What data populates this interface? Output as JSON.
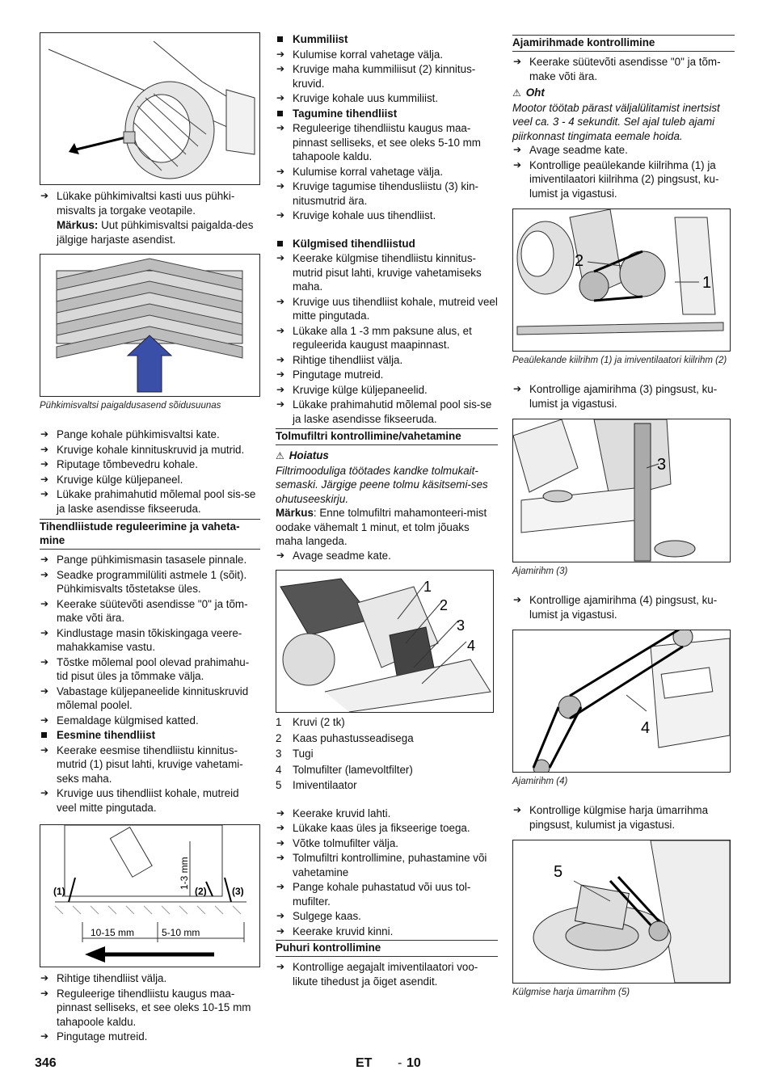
{
  "col1": {
    "steps_a": [
      "Lükake pühkimivaltsi kasti uus pühki-misvalts ja torgake veotapile."
    ],
    "note_a_label": "Märkus:",
    "note_a_text": " Uut pühkimisvaltsi paigalda-des jälgige harjaste asendist.",
    "fig2_caption": "Pühkimisvaltsi paigaldusasend sõidusuunas",
    "steps_b": [
      "Pange kohale pühkimisvaltsi kate.",
      "Kruvige kohale kinnituskruvid ja mutrid.",
      "Riputage tõmbevedru kohale.",
      "Kruvige külge küljepaneel.",
      "Lükake prahimahutid mõlemal pool sis-se ja laske asendisse fikseeruda."
    ],
    "section_title": "Tihendliistude reguleerimine ja vaheta-mine",
    "steps_c": [
      "Pange pühkimismasin tasasele pinnale.",
      "Seadke programmilüliti astmele 1 (sõit). Pühkimisvalts tõstetakse üles.",
      "Keerake süütevõti asendisse \"0\" ja tõm-make võti ära.",
      "Kindlustage masin tõkiskingaga veere-mahakkamise vastu.",
      "Tõstke mõlemal pool olevad prahimahu-tid pisut üles ja tõmmake välja.",
      "Vabastage küljepaneelide kinnituskruvid mõlemal poolel.",
      "Eemaldage külgmised katted."
    ],
    "front_seal_title": "Eesmine tihendliist",
    "steps_d": [
      "Keerake eesmise tihendliistu kinnitus-mutrid (1) pisut lahti, kruvige vahetami-seks maha.",
      "Kruvige uus tihendliist kohale, mutreid veel mitte pingutada."
    ],
    "fig3_labels": {
      "l1": "(1)",
      "l2": "(2)",
      "l3": "(3)",
      "gap": "1-3 mm",
      "d1": "10-15 mm",
      "d2": "5-10 mm"
    },
    "steps_e": [
      "Rihtige tihendliist välja.",
      "Reguleerige tihendliistu kaugus maa-pinnast selliseks, et see oleks 10-15 mm tahapoole kaldu.",
      "Pingutage mutreid."
    ]
  },
  "col2": {
    "rubber_title": "Kummiliist",
    "steps_rubber": [
      "Kulumise korral vahetage välja.",
      "Kruvige maha kummiliisut (2) kinnitus-kruvid.",
      "Kruvige kohale uus kummiliist."
    ],
    "rear_title": "Tagumine tihendliist",
    "steps_rear": [
      "Reguleerige tihendliistu kaugus maa-pinnast selliseks, et see oleks 5-10 mm tahapoole kaldu.",
      "Kulumise korral vahetage välja.",
      "Kruvige tagumise tihendusliistu (3) kin-nitusmutrid ära.",
      "Kruvige kohale uus tihendliist."
    ],
    "side_title": "Külgmised tihendliistud",
    "steps_side": [
      "Keerake külgmise tihendliistu kinnitus-mutrid pisut lahti, kruvige vahetamiseks maha.",
      "Kruvige uus tihendliist kohale, mutreid veel mitte pingutada.",
      "Lükake alla 1 -3 mm paksune alus, et reguleerida kaugust maapinnast.",
      "Rihtige tihendliist välja.",
      "Pingutage mutreid.",
      "Kruvige külge küljepaneelid.",
      "Lükake prahimahutid mõlemal pool sis-se ja laske asendisse fikseeruda."
    ],
    "filter_title": "Tolmufiltri kontrollimine/vahetamine",
    "warning_head": "Hoiatus",
    "warning_text": "Filtrimooduliga töötades kandke tolmukait-semaski. Järgige peene tolmu käsitsemi-ses ohutuseeskirju.",
    "note_label": "Märkus",
    "note_text": ": Enne tolmufiltri mahamonteeri-mist oodake vähemalt 1 minut, et tolm jõuaks maha langeda.",
    "steps_open": [
      "Avage seadme kate."
    ],
    "fig_callouts": [
      "1",
      "2",
      "3",
      "4"
    ],
    "legend": [
      {
        "n": "1",
        "t": "Kruvi (2 tk)"
      },
      {
        "n": "2",
        "t": "Kaas puhastusseadisega"
      },
      {
        "n": "3",
        "t": "Tugi"
      },
      {
        "n": "4",
        "t": "Tolmufilter (lamevoltfilter)"
      },
      {
        "n": "5",
        "t": "Imiventilaator"
      }
    ],
    "steps_filter": [
      "Keerake kruvid lahti.",
      "Lükake kaas üles ja fikseerige toega.",
      "Võtke tolmufilter välja.",
      "Tolmufiltri kontrollimine, puhastamine või vahetamine",
      "Pange kohale puhastatud või uus tol-mufilter.",
      "Sulgege kaas.",
      "Keerake kruvid kinni."
    ],
    "blower_title": "Puhuri kontrollimine",
    "steps_blower": [
      "Kontrollige aegajalt imiventilaatori voo-likute tihedust ja õiget asendit."
    ]
  },
  "col3": {
    "belt_title": "Ajamirihmade kontrollimine",
    "steps_key": [
      "Keerake süütevõti asendisse \"0\" ja tõm-make võti ära."
    ],
    "danger_head": "Oht",
    "danger_text": "Mootor töötab pärast väljalülitamist inertsist veel ca. 3 - 4 sekundit. Sel ajal tuleb ajami piirkonnast tingimata eemale hoida.",
    "steps_open": [
      "Avage seadme kate.",
      "Kontrollige peaülekande kiilrihma (1) ja imiventilaatori kiilrihma (2) pingsust, ku-lumist ja vigastusi."
    ],
    "fig1_callouts": [
      "2",
      "1"
    ],
    "fig1_caption": "Peaülekande kiilrihm (1) ja imiventilaatori kiilrihm (2)",
    "steps_belt3": [
      "Kontrollige ajamirihma (3) pingsust, ku-lumist ja vigastusi."
    ],
    "fig2_callout": "3",
    "fig2_caption": "Ajamirihm (3)",
    "steps_belt4": [
      "Kontrollige ajamirihma (4) pingsust, ku-lumist ja vigastusi."
    ],
    "fig3_callout": "4",
    "fig3_caption": "Ajamirihm (4)",
    "steps_round": [
      "Kontrollige külgmise harja ümarrihma pingsust, kulumist ja vigastusi."
    ],
    "fig4_callout": "5",
    "fig4_caption": "Külgmise harja ümarrihm (5)"
  },
  "footer": {
    "page": "346",
    "lang": "ET",
    "sep": "-",
    "num": "10"
  },
  "colors": {
    "arrow_blue": "#3a4fa8",
    "text": "#111111"
  }
}
